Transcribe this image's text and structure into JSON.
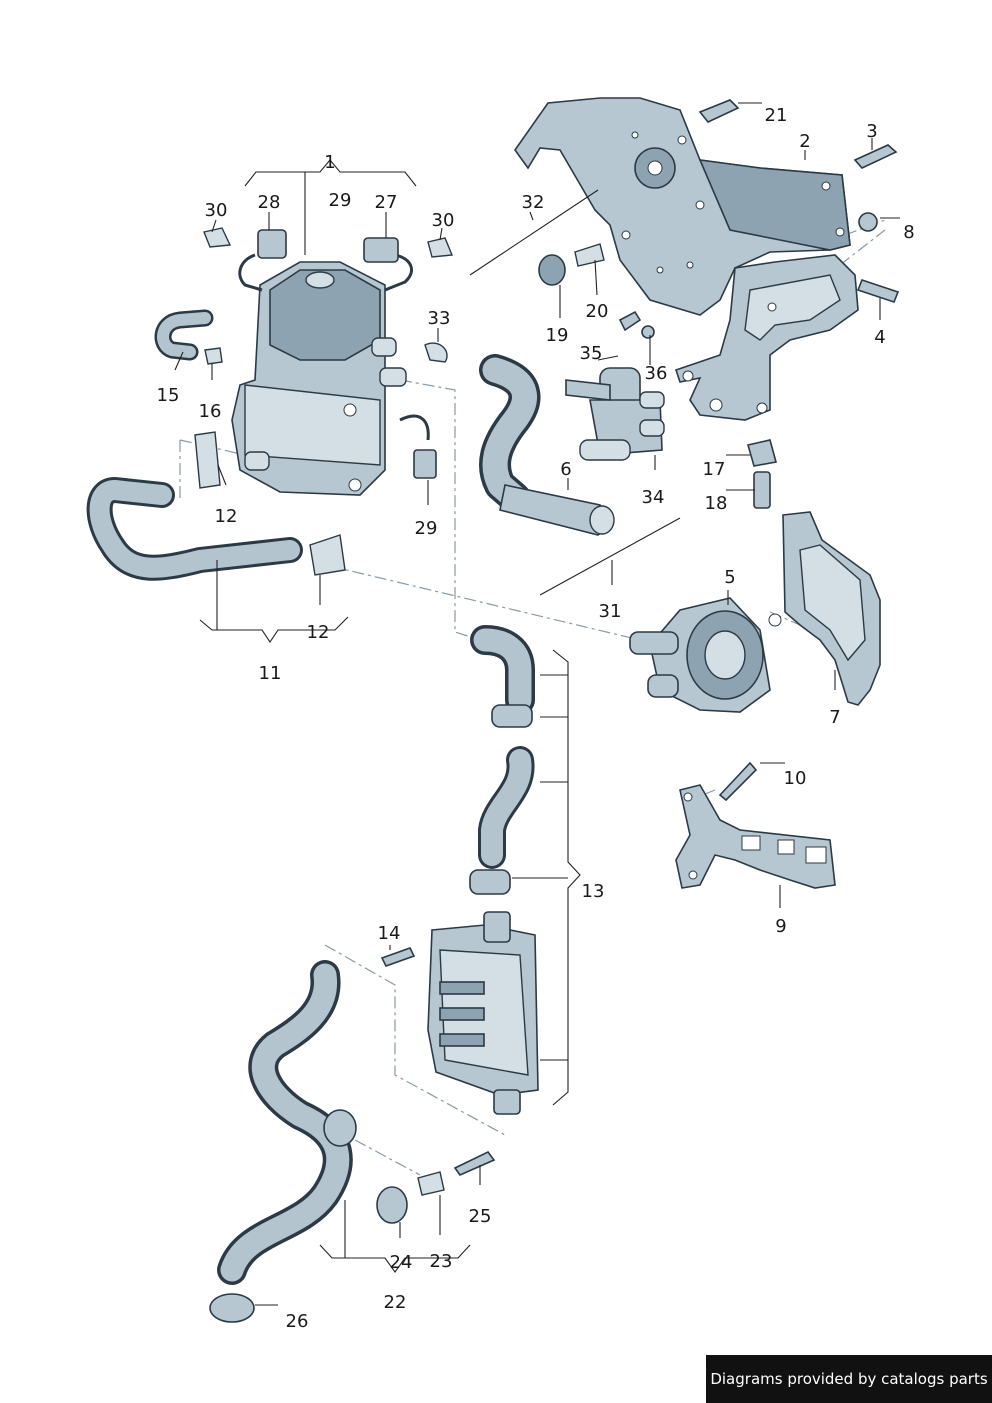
{
  "callouts": {
    "c1": "1",
    "c2": "2",
    "c3": "3",
    "c4": "4",
    "c5": "5",
    "c6": "6",
    "c7": "7",
    "c8": "8",
    "c9": "9",
    "c10": "10",
    "c11": "11",
    "c12a": "12",
    "c12b": "12",
    "c13": "13",
    "c14": "14",
    "c15": "15",
    "c16": "16",
    "c17": "17",
    "c18": "18",
    "c19": "19",
    "c20": "20",
    "c21": "21",
    "c22": "22",
    "c23": "23",
    "c24": "24",
    "c25": "25",
    "c26": "26",
    "c27": "27",
    "c28": "28",
    "c29a": "29",
    "c29b": "29",
    "c30a": "30",
    "c30b": "30",
    "c31": "31",
    "c32": "32",
    "c33": "33",
    "c34": "34",
    "c35": "35",
    "c36": "36"
  },
  "watermark": "Diagrams provided by catalogs parts",
  "colors": {
    "part_fill": "#b7c7d2",
    "outline": "#2b3a44",
    "leader": "#222222",
    "axis_dash": "#8a9aa6"
  }
}
